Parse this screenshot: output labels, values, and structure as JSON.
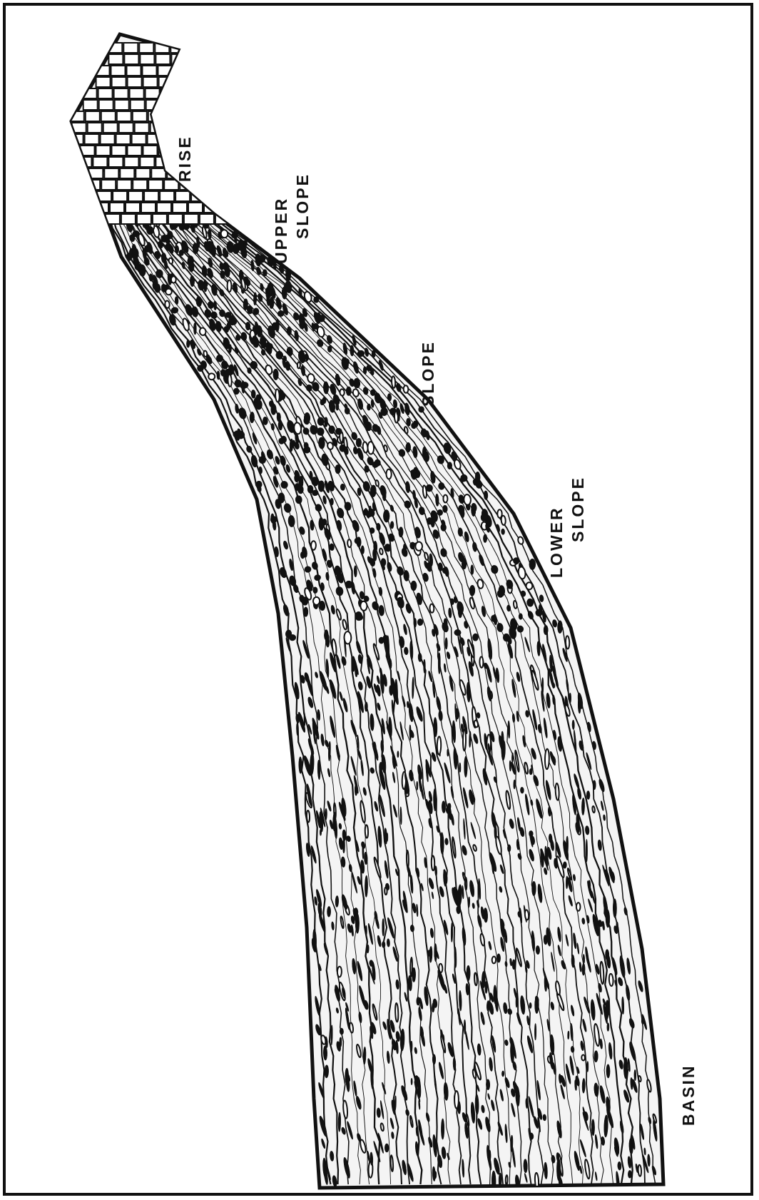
{
  "labels": {
    "rise": "RISE",
    "upper_slope_line1": "UPPER",
    "upper_slope_line2": "SLOPE",
    "slope": "SLOPE",
    "lower_slope_line1": "LOWER",
    "lower_slope_line2": "SLOPE",
    "basin": "BASIN"
  },
  "colors": {
    "ink": "#111111",
    "paper": "#ffffff"
  }
}
